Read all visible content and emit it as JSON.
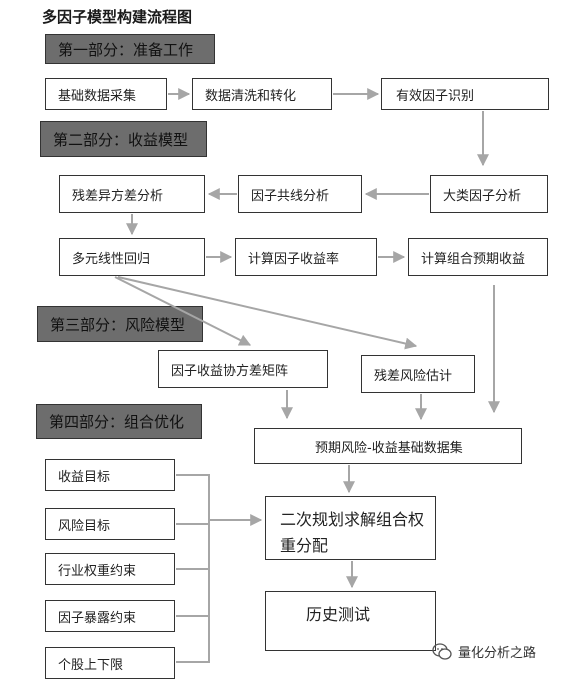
{
  "title": "多因子模型构建流程图",
  "sections": {
    "s1": "第一部分：准备工作",
    "s2": "第二部分：收益模型",
    "s3": "第三部分：风险模型",
    "s4": "第四部分：组合优化"
  },
  "nodes": {
    "basic_data": "基础数据采集",
    "data_clean": "数据清洗和转化",
    "valid_factor": "有效因子识别",
    "major_factor": "大类因子分析",
    "collinear": "因子共线分析",
    "residual_hetero": "残差异方差分析",
    "regression": "多元线性回归",
    "factor_return": "计算因子收益率",
    "portfolio_return": "计算组合预期收益",
    "cov_matrix": "因子收益协方差矩阵",
    "residual_risk": "残差风险估计",
    "risk_return_data": "预期风险-收益基础数据集",
    "qp": "二次规划求解组合权重分配",
    "backtest": "历史测试",
    "target_return": "收益目标",
    "target_risk": "风险目标",
    "industry_constraint": "行业权重约束",
    "exposure_constraint": "因子暴露约束",
    "stock_limit": "个股上下限"
  },
  "watermark": "量化分析之路"
}
